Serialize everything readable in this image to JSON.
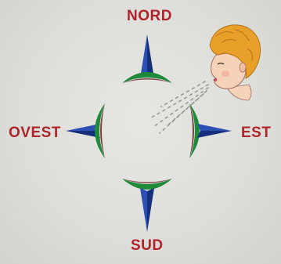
{
  "directions": {
    "north": "NORD",
    "east": "EST",
    "south": "SUD",
    "west": "OVEST"
  },
  "icons": {
    "north_arrow": "blue-arrow-up-icon",
    "east_arrow": "blue-arrow-right-icon",
    "south_arrow": "blue-arrow-down-icon",
    "west_arrow": "blue-arrow-left-icon",
    "wind_face": "blowing-wind-face-icon"
  },
  "colors": {
    "label": "#b0232a",
    "arrow": "#1f3f9a",
    "arc_green": "#1f8a3a",
    "arc_dark": "#6b1e2a",
    "hair": "#e8a02a",
    "skin": "#f6d2b8",
    "background": "#dcdcd8"
  }
}
